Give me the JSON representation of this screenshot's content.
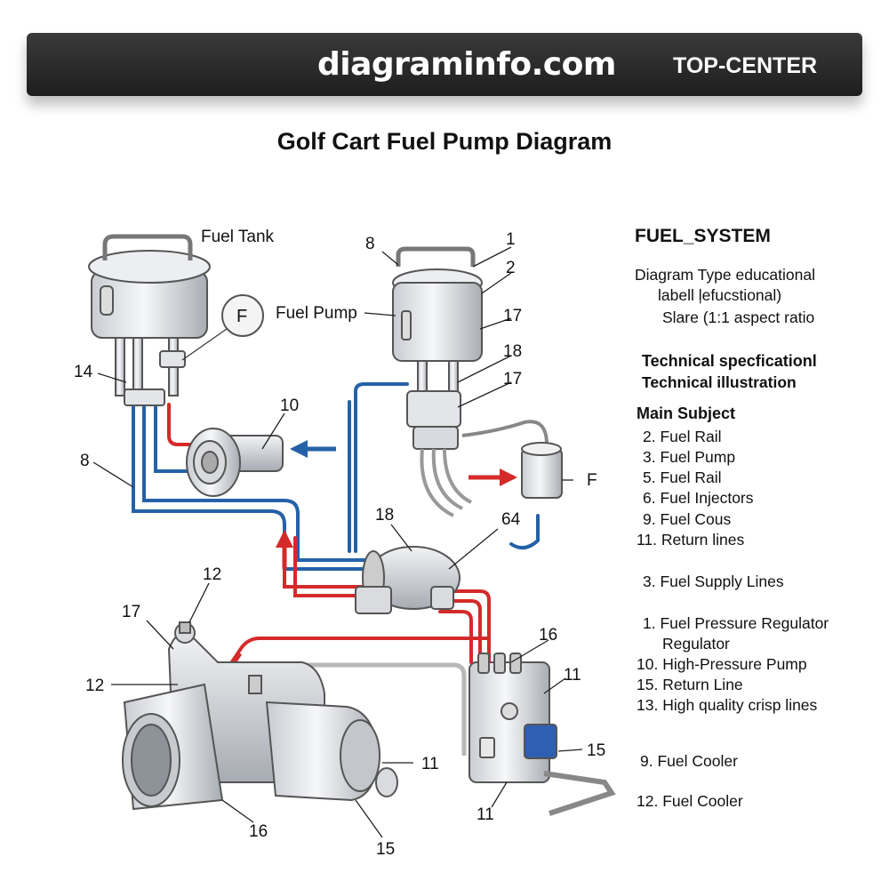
{
  "header": {
    "site_name": "diagraminfo.com",
    "position_tag": "TOP-CENTER"
  },
  "title": "Golf Cart Fuel Pump Diagram",
  "diagram": {
    "labels": {
      "fuel_tank": "Fuel Tank",
      "fuel_pump": "Fuel Pump",
      "f_circle": "F",
      "f_filter": "F",
      "n14": "14",
      "n8_left": "8",
      "n10": "10",
      "n8_top": "8",
      "n1": "1",
      "n2": "2",
      "n17_a": "17",
      "n18_a": "18",
      "n17_b": "17",
      "n18_b": "18",
      "n64": "64",
      "n12_top": "12",
      "n17_c": "17",
      "n12_left": "12",
      "n16_right": "16",
      "n11_a": "11",
      "n15_a": "15",
      "n11_b": "11",
      "n11_c": "11",
      "n16_bottom": "16",
      "n15_b": "15"
    }
  },
  "legend": {
    "system_title": "FUEL_SYSTEM",
    "diagram_type_line1": "Diagram Type educational",
    "diagram_type_line2": "labell ļefucstional)",
    "diagram_type_line3": "Slare (1:1 aspect ratio",
    "tech_line1": "Technical specficationl",
    "tech_line2": "Technical illustration",
    "main_subject": "Main Subject",
    "items_a": [
      "2. Fuel Rail",
      "3. Fuel Pump",
      "5. Fuel Rail",
      "6. Fuel Injectors",
      "9. Fuel Cous",
      "11. Return lines"
    ],
    "supply": "3. Fuel Supply Lines",
    "items_b": [
      "1. Fuel Pressure Regulator",
      "Regulator",
      "10. High-Pressure Pump",
      "15. Return Line",
      "13. High quality crisp lines"
    ],
    "cooler_1": "9.  Fuel Cooler",
    "cooler_2": "12. Fuel Cooler"
  },
  "colors": {
    "supply_line": "#2462a8",
    "pressure_line": "#d42a2a",
    "header_bg": "#262626",
    "return_line": "#b8b8b8"
  }
}
